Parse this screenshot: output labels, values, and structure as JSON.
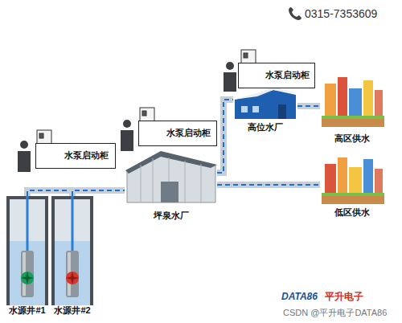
{
  "diagram": {
    "nodes": [
      {
        "text": [
          "水泵启动柜"
        ]
      },
      {
        "text": [
          "水源井#1"
        ]
      },
      {
        "text": [
          "水源井#2"
        ]
      },
      {
        "text": [
          "水泵启动柜"
        ]
      },
      {
        "text": [
          "坪泉水厂"
        ]
      },
      {
        "text": [
          "水泵启动柜"
        ]
      },
      {
        "text": [
          "高位水厂"
        ]
      },
      {
        "text": [
          "高区供水"
        ]
      },
      {
        "text": [
          "低区供水"
        ]
      }
    ],
    "edges": [
      {
        "from": 1,
        "to": 4,
        "arrow": "none"
      },
      {
        "from": 2,
        "to": 4,
        "arrow": "none"
      },
      {
        "from": 4,
        "to": 6,
        "arrow": "none"
      },
      {
        "from": 6,
        "to": 7,
        "arrow": "none"
      },
      {
        "from": 4,
        "to": 8,
        "arrow": "none"
      }
    ],
    "labels": [
      "0315-7353609",
      "DATA86",
      "平升电子",
      "CSDN @平升电子DATA86"
    ]
  }
}
